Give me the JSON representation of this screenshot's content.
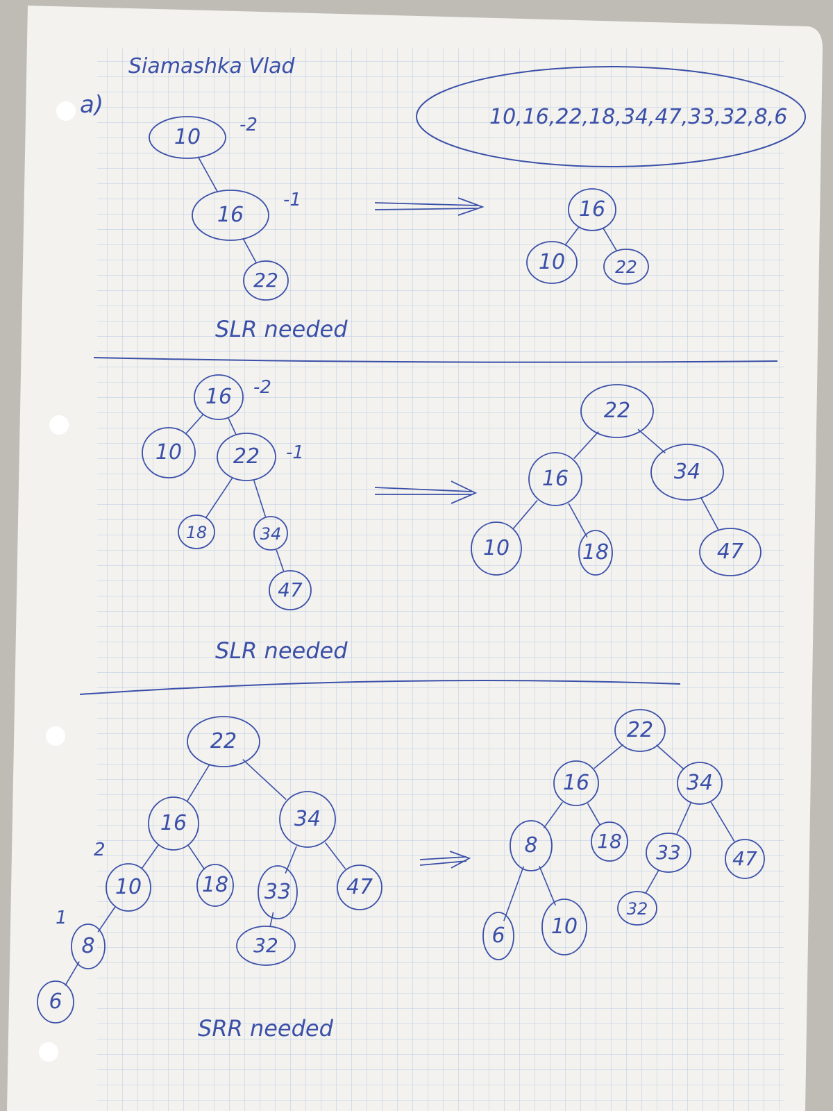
{
  "header": {
    "author": "Siamashka Vlad",
    "part_label": "a)",
    "insertion_sequence": "10,16,22,18,34,47,33,32,8,6"
  },
  "colors": {
    "paper": "#f3f2ee",
    "grid": "#a9c3e6",
    "ink": "#3a4fa8"
  },
  "step1": {
    "before": {
      "root": "10",
      "root_balance": "-2",
      "mid": "16",
      "mid_balance": "-1",
      "leaf": "22"
    },
    "after": {
      "root": "16",
      "left": "10",
      "right": "22"
    },
    "caption": "SLR needed"
  },
  "step2": {
    "before": {
      "root": "16",
      "root_balance": "-2",
      "left": "10",
      "right": "22",
      "right_balance": "-1",
      "rl": "18",
      "rr": "34",
      "rrr": "47"
    },
    "after": {
      "root": "22",
      "left": "16",
      "right": "34",
      "ll": "10",
      "lr": "18",
      "rr": "47"
    },
    "caption": "SLR needed"
  },
  "step3": {
    "before": {
      "root": "22",
      "left": "16",
      "right": "34",
      "ll": "10",
      "ll_balance": "2",
      "lr": "18",
      "rl": "33",
      "rr": "47",
      "rll": "32",
      "lll": "8",
      "lll_balance": "1",
      "llll": "6"
    },
    "after": {
      "root": "22",
      "left": "16",
      "right": "34",
      "ll": "8",
      "lr": "18",
      "rl": "33",
      "rr": "47",
      "lll": "6",
      "llr": "10",
      "rll": "32"
    },
    "caption": "SRR needed"
  }
}
